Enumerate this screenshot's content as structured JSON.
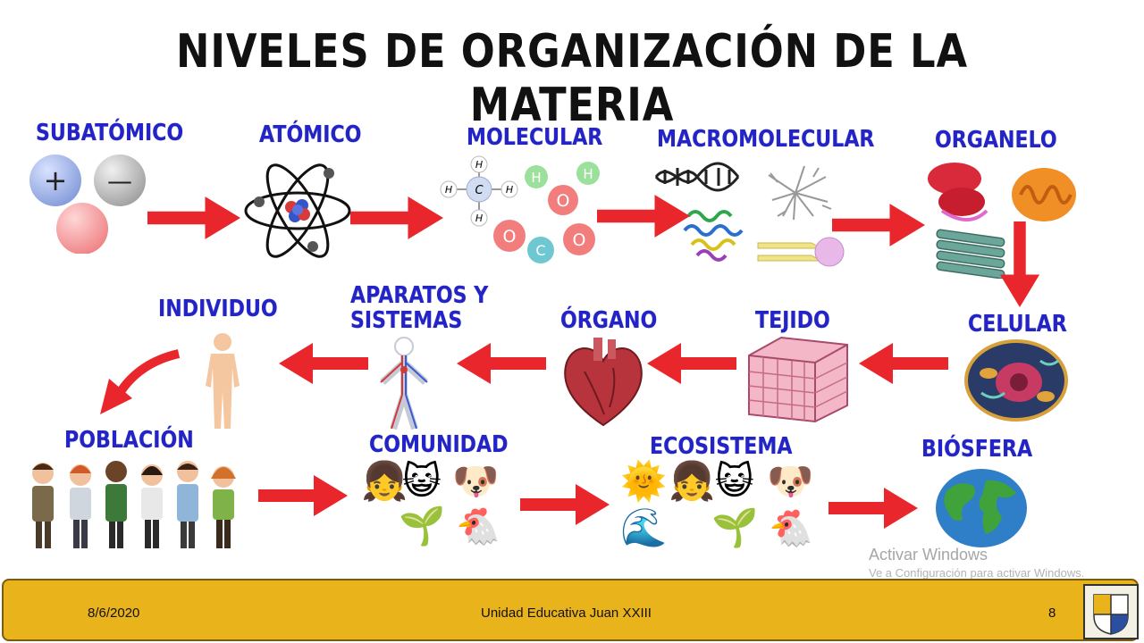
{
  "title": "NIVELES DE ORGANIZACIÓN DE LA MATERIA",
  "levels": {
    "subatomico": "SUBATÓMICO",
    "atomico": "ATÓMICO",
    "molecular": "MOLECULAR",
    "macromolecular": "MACROMOLECULAR",
    "organelo": "ORGANELO",
    "celular": "CELULAR",
    "tejido": "TEJIDO",
    "organo": "ÓRGANO",
    "aparatos_line1": "APARATOS Y",
    "aparatos_line2": "SISTEMAS",
    "individuo": "INDIVIDUO",
    "poblacion": "POBLACIÓN",
    "comunidad": "COMUNIDAD",
    "ecosistema": "ECOSISTEMA",
    "biosfera": "BIÓSFERA"
  },
  "particles": {
    "positive": "+",
    "negative": "—"
  },
  "molecule_atoms": {
    "h": "H",
    "c": "C",
    "o": "O"
  },
  "accent_colors": {
    "label": "#2323c8",
    "arrow": "#e8262b",
    "footer": "#e9b31c"
  },
  "icons": [
    "proton-icon",
    "electron-icon",
    "neutron-icon",
    "atom-icon",
    "methane-molecule-icon",
    "water-molecule-icon",
    "co2-molecule-icon",
    "dna-icon",
    "protein-icon",
    "ribosome-icon",
    "mitochondria-icon",
    "cytoskeleton-icon",
    "cell-icon",
    "tissue-icon",
    "heart-icon",
    "circulatory-system-icon",
    "human-body-icon",
    "people-icon",
    "cat-emoji",
    "dog-emoji",
    "plant-emoji",
    "chicken-emoji",
    "sun-emoji",
    "wave-emoji",
    "earth-icon"
  ],
  "watermark": {
    "line1": "Activar Windows",
    "line2": "Ve a Configuración para activar Windows."
  },
  "footer": {
    "date": "8/6/2020",
    "school": "Unidad Educativa Juan XXIII",
    "page": "8"
  }
}
